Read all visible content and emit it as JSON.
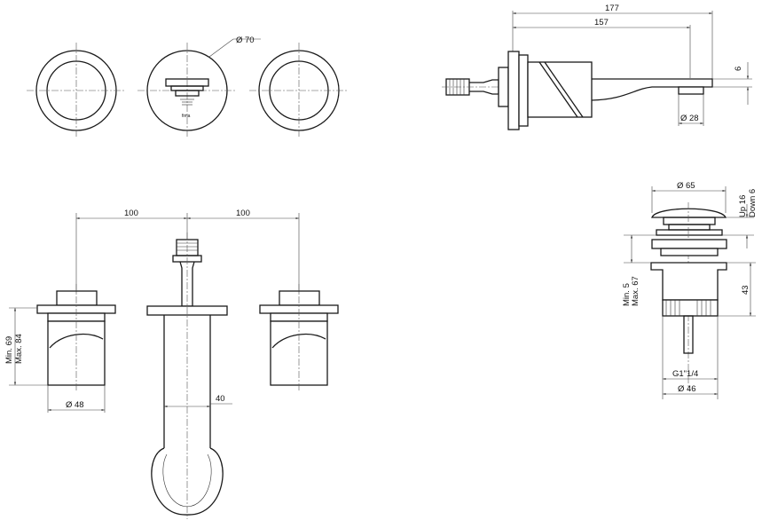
{
  "dims": {
    "d70": "Ø 70",
    "d177": "177",
    "d157": "157",
    "d6": "6",
    "d28": "Ø 28",
    "d100_left": "100",
    "d100_right": "100",
    "d65": "Ø 65",
    "up16": "Up 16",
    "down6": "Down 6",
    "min5": "Min. 5",
    "max67": "Max. 67",
    "d43": "43",
    "min69": "Min. 69",
    "max84": "Max. 84",
    "d48": "Ø 48",
    "d40": "40",
    "g114": "G1\"1/4",
    "d46": "Ø 46"
  },
  "logo_text": "fima"
}
